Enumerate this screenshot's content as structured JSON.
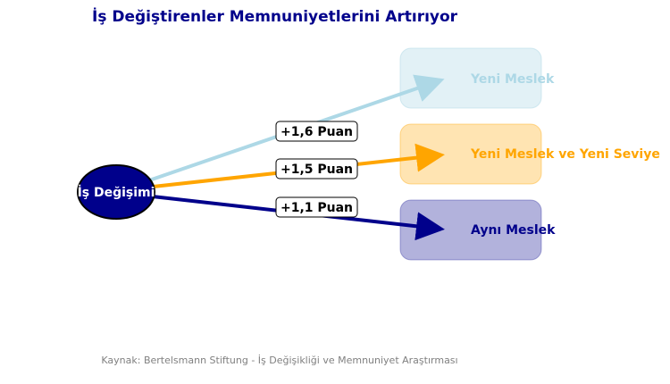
{
  "title": "İş Değiştirenler Memnuniyetlerini Artırıyor",
  "center": {
    "label": "İş Değişimi",
    "color": "#00008b"
  },
  "targets": [
    {
      "label": "Yeni Meslek",
      "gain": "+1,6 Puan",
      "color": "#add8e6"
    },
    {
      "label": "Yeni Meslek ve Yeni Seviye",
      "gain": "+1,5 Puan",
      "color": "#ffa500"
    },
    {
      "label": "Aynı Meslek",
      "gain": "+1,1 Puan",
      "color": "#00008b"
    }
  ],
  "source": "Kaynak: Bertelsmann Stiftung - İş Değişikliği ve Memnuniyet Araştırması"
}
